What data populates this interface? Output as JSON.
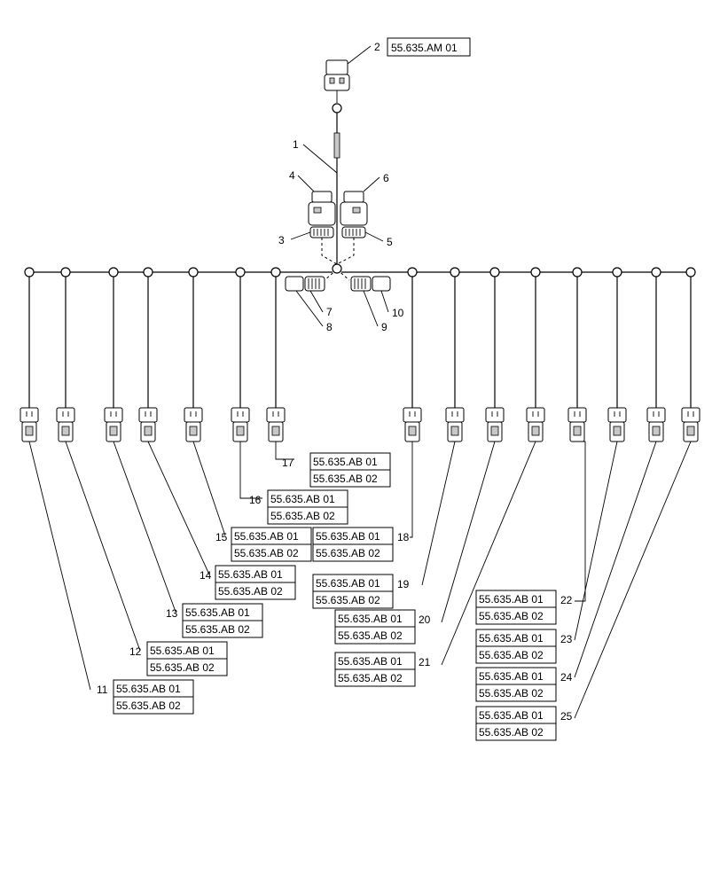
{
  "diagram": {
    "top_connector": {
      "item": "2",
      "ref": "55.635.AM 01"
    },
    "callouts": [
      {
        "id": "1",
        "label": "1"
      },
      {
        "id": "3",
        "label": "3"
      },
      {
        "id": "4",
        "label": "4"
      },
      {
        "id": "5",
        "label": "5"
      },
      {
        "id": "6",
        "label": "6"
      },
      {
        "id": "7",
        "label": "7"
      },
      {
        "id": "8",
        "label": "8"
      },
      {
        "id": "9",
        "label": "9"
      },
      {
        "id": "10",
        "label": "10"
      }
    ],
    "ref_labels": [
      {
        "item": "17",
        "refs": [
          "55.635.AB 01",
          "55.635.AB 02"
        ]
      },
      {
        "item": "16",
        "refs": [
          "55.635.AB 01",
          "55.635.AB 02"
        ]
      },
      {
        "item": "15",
        "refs": [
          "55.635.AB 01",
          "55.635.AB 02"
        ]
      },
      {
        "item": "14",
        "refs": [
          "55.635.AB 01",
          "55.635.AB 02"
        ]
      },
      {
        "item": "13",
        "refs": [
          "55.635.AB 01",
          "55.635.AB 02"
        ]
      },
      {
        "item": "12",
        "refs": [
          "55.635.AB 01",
          "55.635.AB 02"
        ]
      },
      {
        "item": "11",
        "refs": [
          "55.635.AB 01",
          "55.635.AB 02"
        ]
      },
      {
        "item": "18",
        "refs": [
          "55.635.AB 01",
          "55.635.AB 02"
        ]
      },
      {
        "item": "19",
        "refs": [
          "55.635.AB 01",
          "55.635.AB 02"
        ]
      },
      {
        "item": "20",
        "refs": [
          "55.635.AB 01",
          "55.635.AB 02"
        ]
      },
      {
        "item": "21",
        "refs": [
          "55.635.AB 01",
          "55.635.AB 02"
        ]
      },
      {
        "item": "22",
        "refs": [
          "55.635.AB 01",
          "55.635.AB 02"
        ]
      },
      {
        "item": "23",
        "refs": [
          "55.635.AB 01",
          "55.635.AB 02"
        ]
      },
      {
        "item": "24",
        "refs": [
          "55.635.AB 01",
          "55.635.AB 02"
        ]
      },
      {
        "item": "25",
        "refs": [
          "55.635.AB 01",
          "55.635.AB 02"
        ]
      }
    ]
  }
}
